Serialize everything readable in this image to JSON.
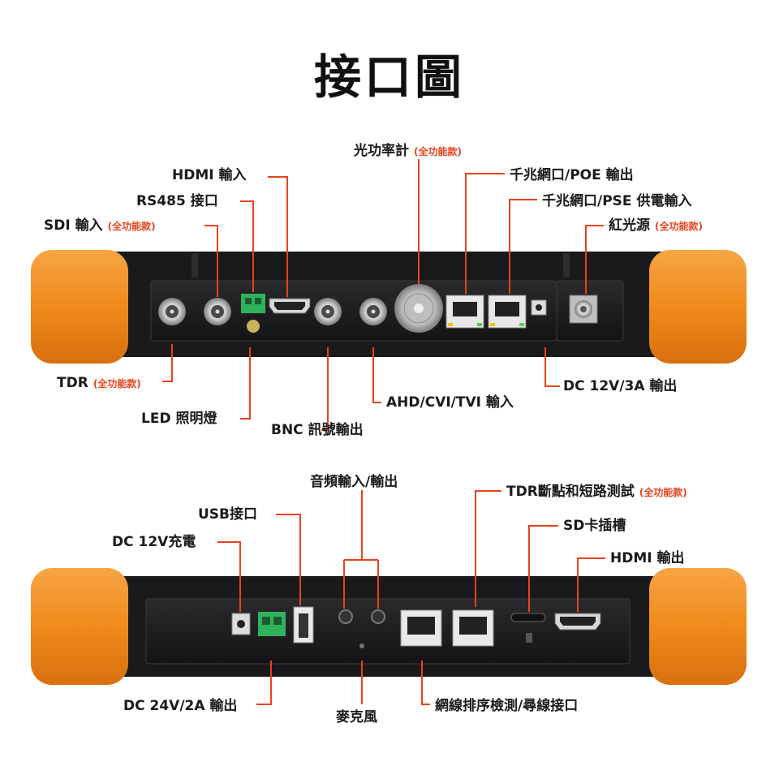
{
  "title": "接口圖",
  "tag_text": "(全功能款)",
  "colors": {
    "accent": "#e6431d",
    "orange": "#f39322",
    "panel": "#1b1b1d",
    "line": "#e6431d"
  },
  "top_panel": {
    "labels": {
      "optical_power": "光功率計",
      "hdmi_in": "HDMI 輸入",
      "gigabit_poe": "千兆網口/POE 輸出",
      "rs485": "RS485 接口",
      "gigabit_pse": "千兆網口/PSE 供電輸入",
      "sdi_in": "SDI 輸入",
      "red_light": "紅光源",
      "tdr": "TDR",
      "dc12v_out": "DC 12V/3A 輸出",
      "ahd": "AHD/CVI/TVI 輸入",
      "led": "LED 照明燈",
      "bnc_out": "BNC 訊號輸出"
    }
  },
  "bottom_panel": {
    "labels": {
      "audio": "音頻輸入/輸出",
      "tdr_break": "TDR斷點和短路測試",
      "usb": "USB接口",
      "sd_slot": "SD卡插槽",
      "dc12v_charge": "DC 12V充電",
      "hdmi_out": "HDMI 輸出",
      "dc24v_out": "DC 24V/2A 輸出",
      "mic": "麥克風",
      "cable_test": "網線排序檢測/尋線接口"
    }
  }
}
